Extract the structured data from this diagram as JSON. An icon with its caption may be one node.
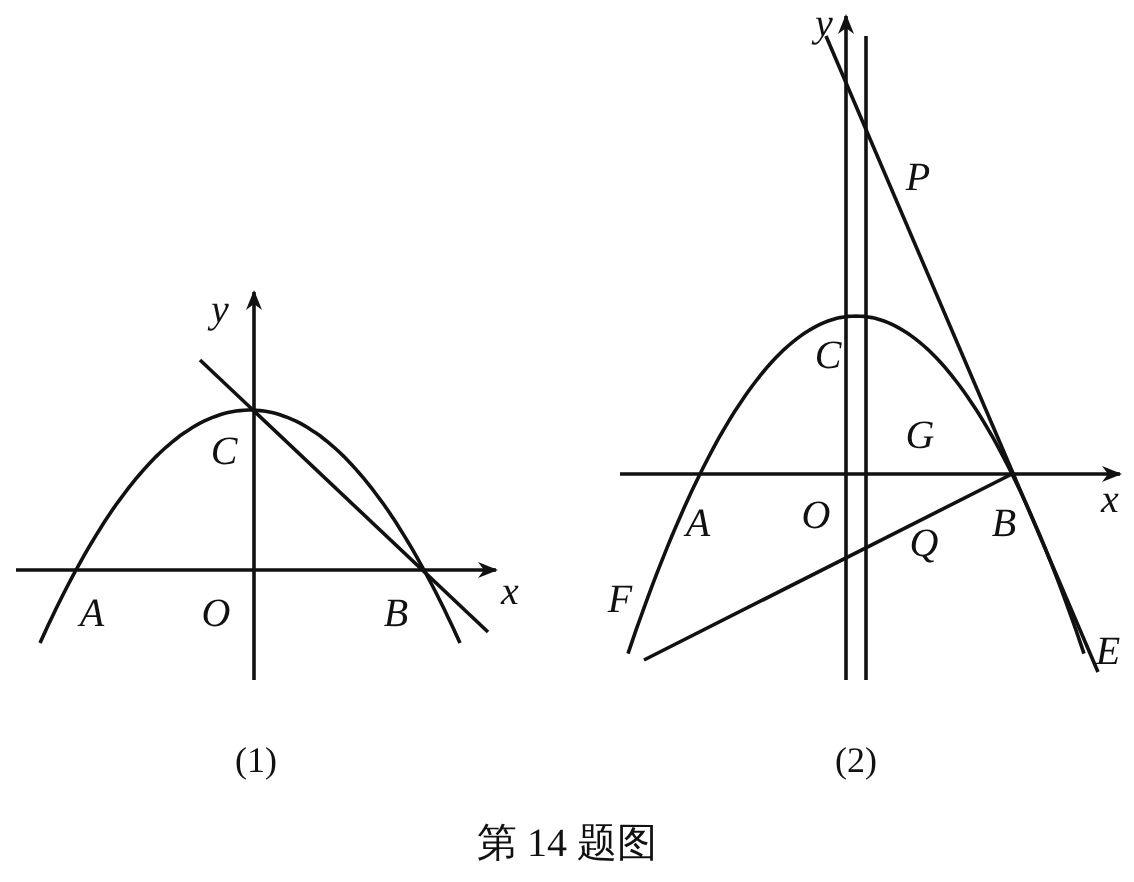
{
  "diagram": {
    "caption": "第 14 题图",
    "labels": [
      "y",
      "x",
      "C",
      "A",
      "O",
      "B",
      "(1)",
      "y",
      "P",
      "C",
      "G",
      "x",
      "A",
      "O",
      "B",
      "Q",
      "F",
      "E",
      "(2)"
    ]
  }
}
